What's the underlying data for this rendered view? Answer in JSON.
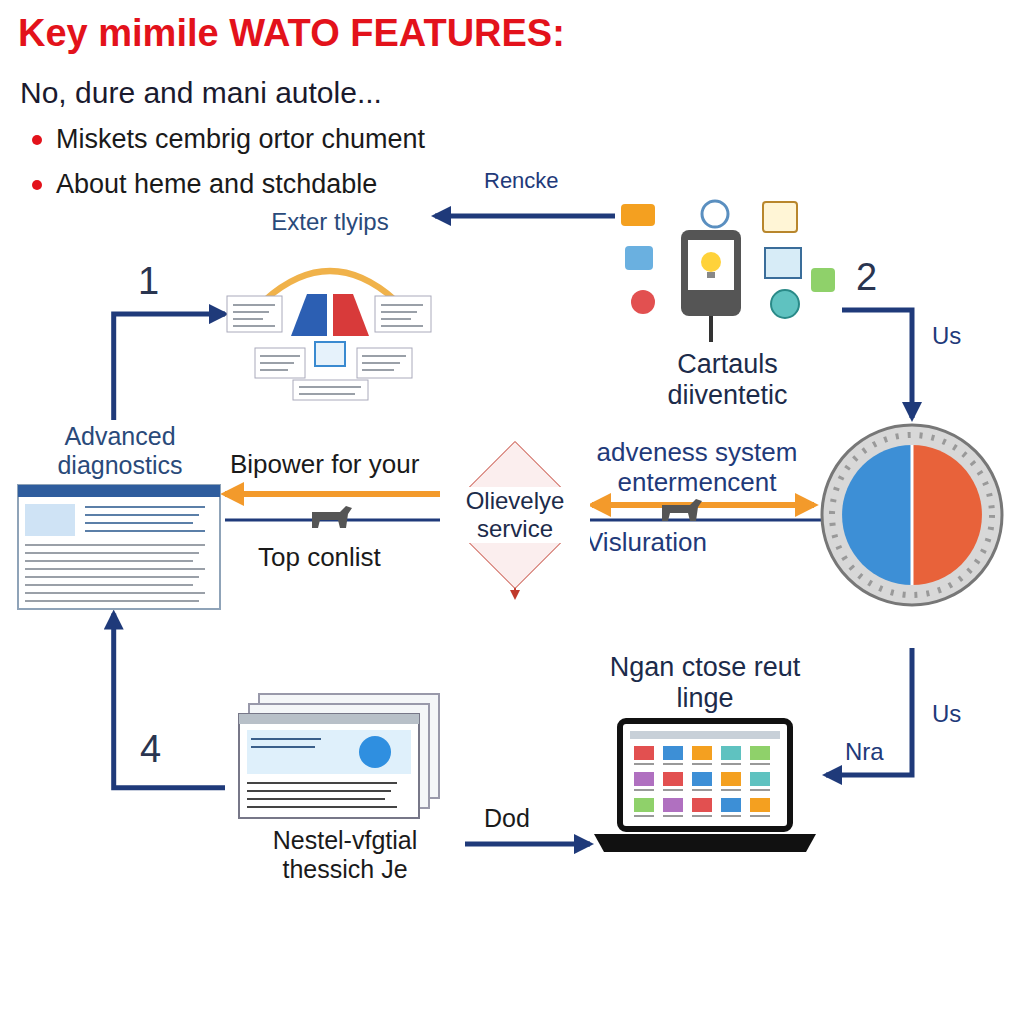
{
  "diagram": {
    "title": "Key mimile WATO FEATURES:",
    "nodes": [
      {
        "text": [
          "Exter tlyips"
        ]
      },
      {
        "text": [
          "Cartauls diiventetic"
        ]
      },
      {
        "text": [
          "Advanced diagnostics"
        ]
      },
      {
        "text": [
          "Olievelye service"
        ]
      },
      {
        "text": [
          "Nestel-vfgtial thessich Je"
        ]
      },
      {
        "text": [
          "Ngan ctose reut linge"
        ]
      }
    ],
    "edges": [
      {
        "from": 2,
        "to": 0,
        "arrow": "to"
      },
      {
        "from": 1,
        "to": 0,
        "arrow": "to"
      },
      {
        "from": 3,
        "to": 2,
        "arrow": "to"
      },
      {
        "from": 4,
        "to": 5,
        "arrow": "to"
      },
      {
        "from": 4,
        "to": 2,
        "arrow": "to"
      }
    ],
    "labels": [
      "No, dure and mani autole...",
      "Miskets cembrig ortor chument",
      "About heme and stchdable",
      "Rencke",
      "1",
      "2",
      "Us",
      "Bipower for your",
      "Top conlist",
      "adveness system entermencent",
      "Visluration",
      "Us",
      "Nra",
      "4",
      "Dod"
    ]
  }
}
